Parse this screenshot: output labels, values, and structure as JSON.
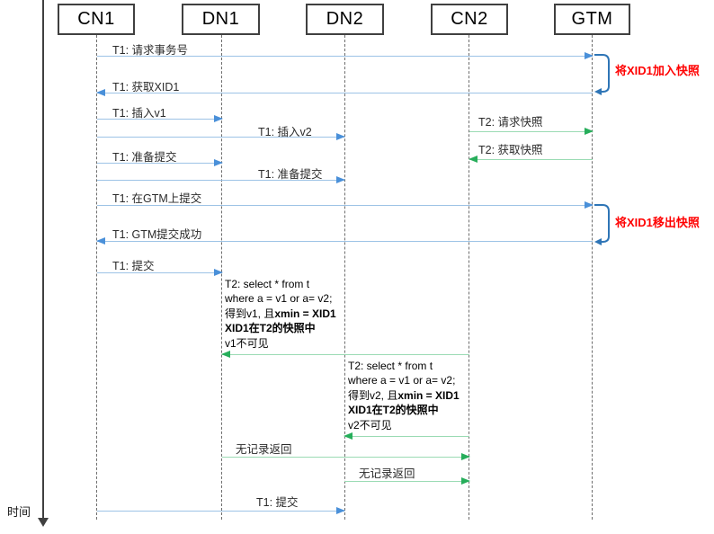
{
  "diagram": {
    "type": "sequence-diagram",
    "time_axis_label": "时间",
    "actors": [
      {
        "id": "CN1",
        "label": "CN1"
      },
      {
        "id": "DN1",
        "label": "DN1"
      },
      {
        "id": "DN2",
        "label": "DN2"
      },
      {
        "id": "CN2",
        "label": "CN2"
      },
      {
        "id": "GTM",
        "label": "GTM"
      }
    ],
    "colors": {
      "t1_line": "#9DC3E6",
      "t1_arrowhead": "#4A90D9",
      "t2_line": "#9BDBB4",
      "t2_arrowhead": "#27AE5B",
      "annotation_text": "#FF0000",
      "annotation_bracket": "#2E75B6",
      "actor_border": "#404040"
    },
    "messages": [
      {
        "label": "T1: 请求事务号",
        "from": "CN1",
        "to": "GTM",
        "transaction": "T1"
      },
      {
        "label": "T1: 获取XID1",
        "from": "GTM",
        "to": "CN1",
        "transaction": "T1"
      },
      {
        "label": "T1: 插入v1",
        "from": "CN1",
        "to": "DN1",
        "transaction": "T1"
      },
      {
        "label": "T1: 插入v2",
        "from": "CN1",
        "to": "DN2",
        "transaction": "T1"
      },
      {
        "label": "T2: 请求快照",
        "from": "CN2",
        "to": "GTM",
        "transaction": "T2"
      },
      {
        "label": "T2: 获取快照",
        "from": "GTM",
        "to": "CN2",
        "transaction": "T2"
      },
      {
        "label": "T1: 准备提交",
        "from": "CN1",
        "to": "DN1",
        "transaction": "T1"
      },
      {
        "label": "T1: 准备提交",
        "from": "CN1",
        "to": "DN2",
        "transaction": "T1"
      },
      {
        "label": "T1: 在GTM上提交",
        "from": "CN1",
        "to": "GTM",
        "transaction": "T1"
      },
      {
        "label": "T1: GTM提交成功",
        "from": "GTM",
        "to": "CN1",
        "transaction": "T1"
      },
      {
        "label": "T1: 提交",
        "from": "CN1",
        "to": "DN1",
        "transaction": "T1"
      },
      {
        "label": "",
        "from": "CN2",
        "to": "DN1",
        "transaction": "T2"
      },
      {
        "label": "",
        "from": "CN2",
        "to": "DN2",
        "transaction": "T2"
      },
      {
        "label": "无记录返回",
        "from": "DN1",
        "to": "CN2",
        "transaction": "T2"
      },
      {
        "label": "无记录返回",
        "from": "DN2",
        "to": "CN2",
        "transaction": "T2"
      },
      {
        "label": "T1: 提交",
        "from": "CN1",
        "to": "DN2",
        "transaction": "T1"
      }
    ],
    "notes": [
      {
        "l1": "T2: select * from t",
        "l2": "where a = v1 or a= v2;",
        "l3a": "得到v1, 且",
        "l3b": "xmin = XID1",
        "l4": "XID1在T2的快照中",
        "l5": "v1不可见"
      },
      {
        "l1": "T2: select * from t",
        "l2": "where a = v1 or a= v2;",
        "l3a": "得到v2, 且",
        "l3b": "xmin = XID1",
        "l4": "XID1在T2的快照中",
        "l5": "v2不可见"
      }
    ],
    "annotations": [
      {
        "label": "将XID1加入快照"
      },
      {
        "label": "将XID1移出快照"
      }
    ]
  }
}
